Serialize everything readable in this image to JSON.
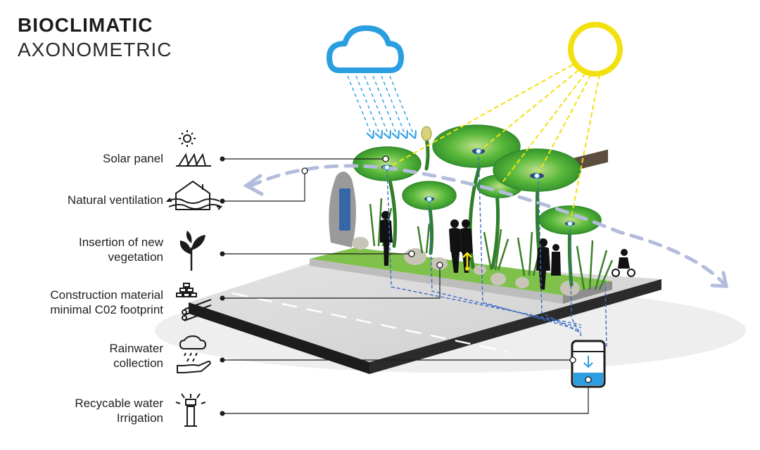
{
  "title": {
    "line1": "BIOCLIMATIC",
    "line2": "AXONOMETRIC"
  },
  "features": [
    {
      "id": "solar",
      "lines": [
        "Solar panel"
      ],
      "icon": "solar-panel-icon"
    },
    {
      "id": "ventilation",
      "lines": [
        "Natural ventilation"
      ],
      "icon": "house-ventilation-icon"
    },
    {
      "id": "vegetation",
      "lines": [
        "Insertion of new",
        "vegetation"
      ],
      "icon": "plant-icon"
    },
    {
      "id": "material",
      "lines": [
        "Construction material",
        "minimal C02  footprint"
      ],
      "icon": "bricks-pipes-icon"
    },
    {
      "id": "rainwater",
      "lines": [
        "Rainwater",
        "collection"
      ],
      "icon": "rain-hand-icon"
    },
    {
      "id": "irrigation",
      "lines": [
        "Recycable water",
        "Irrigation"
      ],
      "icon": "sprinkler-icon"
    }
  ],
  "colors": {
    "sun": "#f2e10f",
    "cloud": "#2a9ee0",
    "leaf": "#4fb338",
    "road": "#d6d6d6",
    "text": "#222222"
  }
}
